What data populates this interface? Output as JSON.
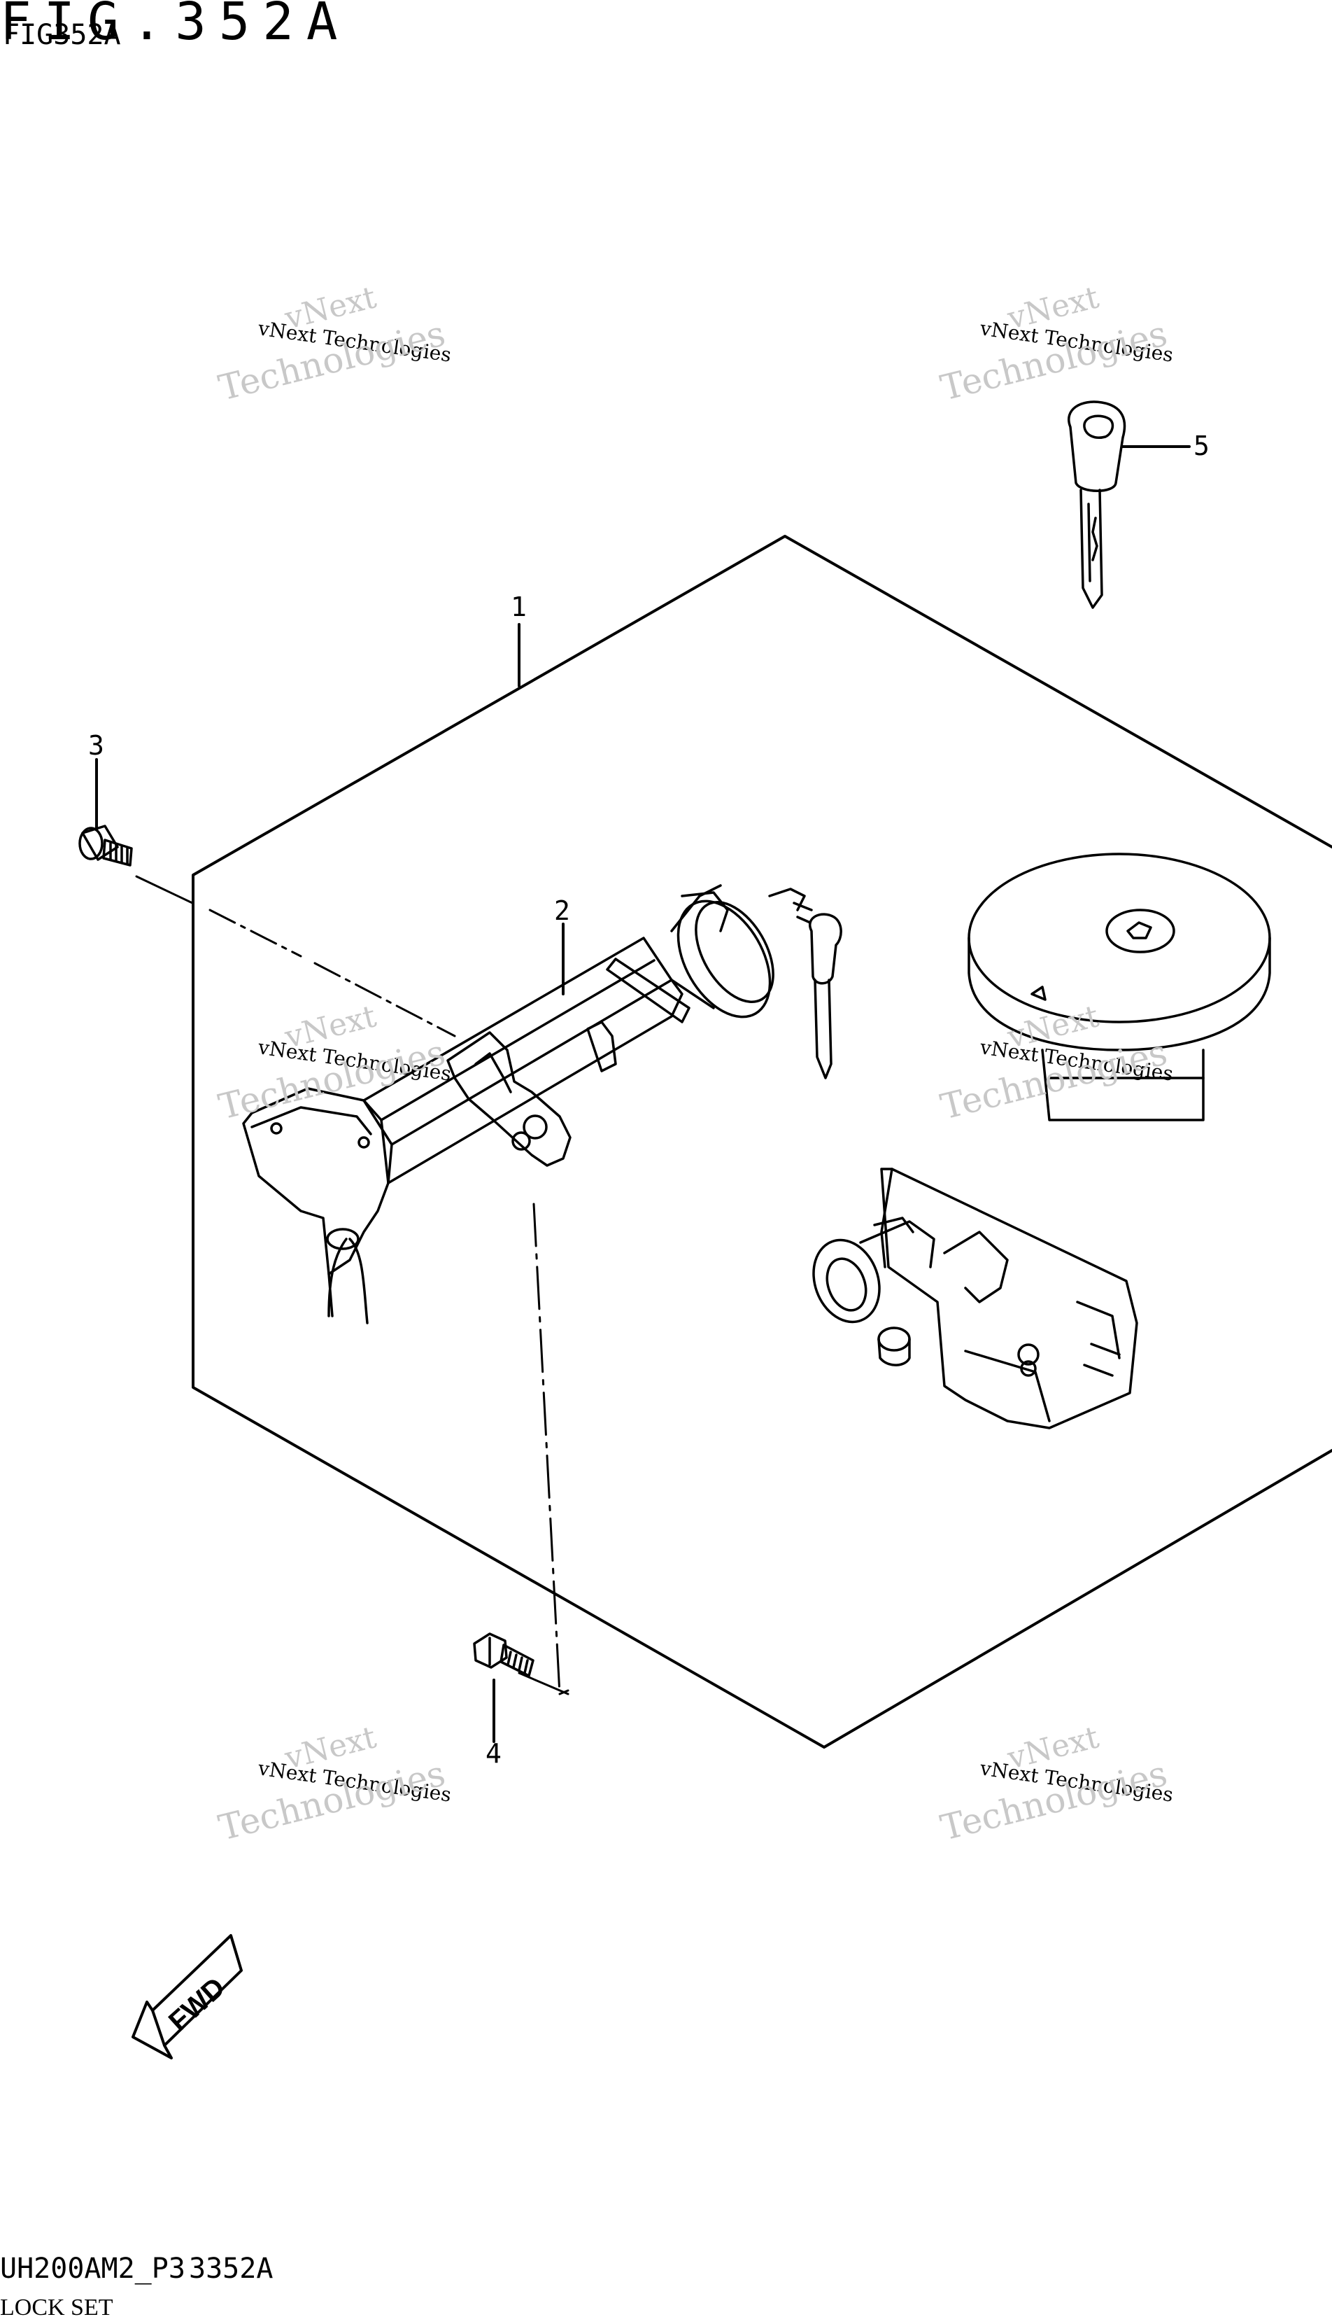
{
  "figure": {
    "title_large": "FIG.352A",
    "title_small": "FIG352A",
    "model_code": "UH200AM2_P3",
    "model_code_2": "3352A",
    "part_group_name": "LOCK SET"
  },
  "callouts": [
    {
      "number": "1"
    },
    {
      "number": "2"
    },
    {
      "number": "3"
    },
    {
      "number": "4"
    },
    {
      "number": "5"
    }
  ],
  "watermark": {
    "line1": "vNext Technologies",
    "line2": "vNext",
    "line3": "Technologies"
  },
  "direction": {
    "label": "FWD"
  },
  "colors": {
    "line": "#000000",
    "watermark": "#c8c8c8",
    "background": "#ffffff"
  }
}
